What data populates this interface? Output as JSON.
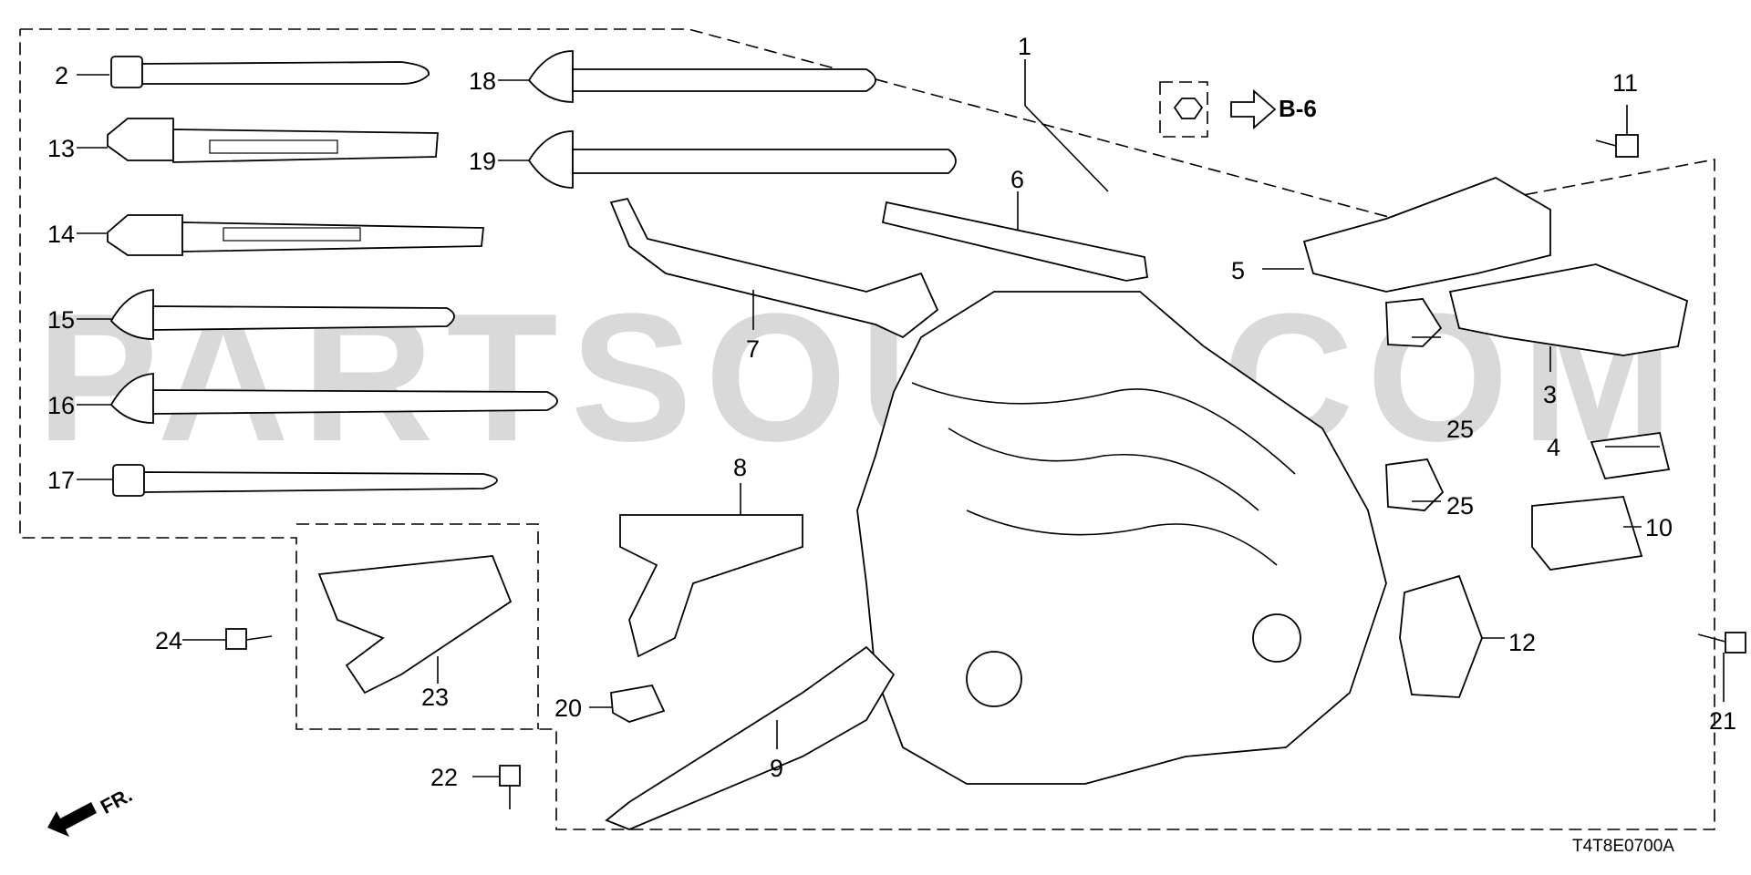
{
  "diagram": {
    "watermark": "PARTSOUQ.COM",
    "code": "T4T8E0700A",
    "front_marker": "FR.",
    "reference": {
      "label": "B-6"
    },
    "callouts": [
      {
        "name": "callout-1",
        "text": "1"
      },
      {
        "name": "callout-2",
        "text": "2"
      },
      {
        "name": "callout-3",
        "text": "3"
      },
      {
        "name": "callout-4",
        "text": "4"
      },
      {
        "name": "callout-5",
        "text": "5"
      },
      {
        "name": "callout-6",
        "text": "6"
      },
      {
        "name": "callout-7",
        "text": "7"
      },
      {
        "name": "callout-8",
        "text": "8"
      },
      {
        "name": "callout-9",
        "text": "9"
      },
      {
        "name": "callout-10",
        "text": "10"
      },
      {
        "name": "callout-11",
        "text": "11"
      },
      {
        "name": "callout-12",
        "text": "12"
      },
      {
        "name": "callout-13",
        "text": "13"
      },
      {
        "name": "callout-14",
        "text": "14"
      },
      {
        "name": "callout-15",
        "text": "15"
      },
      {
        "name": "callout-16",
        "text": "16"
      },
      {
        "name": "callout-17",
        "text": "17"
      },
      {
        "name": "callout-18",
        "text": "18"
      },
      {
        "name": "callout-19",
        "text": "19"
      },
      {
        "name": "callout-20",
        "text": "20"
      },
      {
        "name": "callout-21",
        "text": "21"
      },
      {
        "name": "callout-22",
        "text": "22"
      },
      {
        "name": "callout-23",
        "text": "23"
      },
      {
        "name": "callout-24",
        "text": "24"
      },
      {
        "name": "callout-25a",
        "text": "25"
      },
      {
        "name": "callout-25b",
        "text": "25"
      }
    ]
  }
}
